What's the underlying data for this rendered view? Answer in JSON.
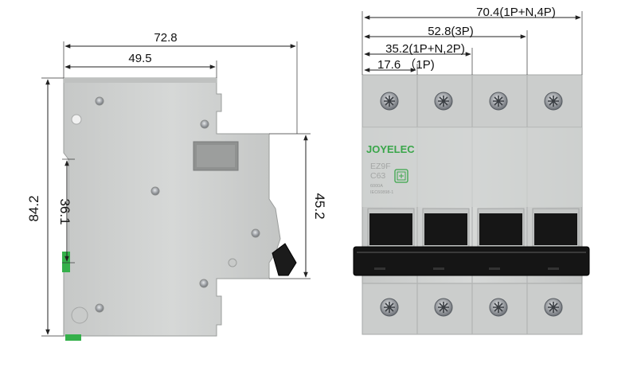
{
  "dimensions": {
    "side_width_total": "72.8",
    "side_width_body": "49.5",
    "side_height_total": "84.2",
    "side_rail_height": "36.1",
    "side_face_height": "45.2",
    "front_4p": "70.4(1P+N,4P)",
    "front_3p": "52.8(3P)",
    "front_2p": "35.2(1P+N,2P)",
    "front_1p": "17.6 （1P)"
  },
  "front_label": {
    "brand": "JOYELEC",
    "model_line1": "EZ9F",
    "model_line2": "C63",
    "rating": "6000A",
    "standard": "IEC60898-1"
  },
  "colors": {
    "housing": "#cfd1d0",
    "housing_dark": "#b9bbba",
    "brand_green": "#3aa64a",
    "toggle": "#161616",
    "din_clip": "#34b04a"
  },
  "poles": 4
}
